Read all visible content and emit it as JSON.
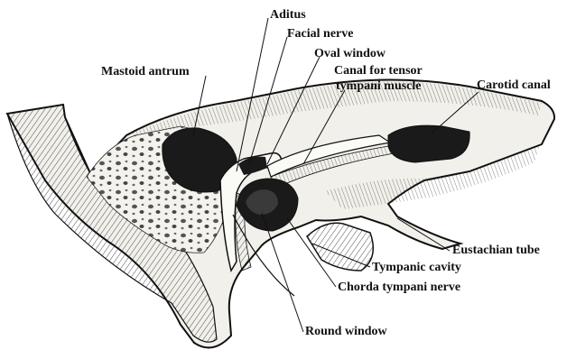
{
  "labels": {
    "aditus": "Aditus",
    "facial_nerve": "Facial nerve",
    "oval_window": "Oval window",
    "mastoid_antrum": "Mastoid antrum",
    "canal_tensor_line1": "Canal for tensor",
    "canal_tensor_line2": "tympani muscle",
    "carotid_canal": "Carotid canal",
    "eustachian_tube": "Eustachian tube",
    "tympanic_cavity": "Tympanic cavity",
    "chorda_tympani_nerve": "Chorda tympani nerve",
    "round_window": "Round window"
  },
  "colors": {
    "ink": "#111111",
    "bone": "#f2f0ea",
    "shadow": "#1a1a1a",
    "paper": "#ffffff"
  }
}
